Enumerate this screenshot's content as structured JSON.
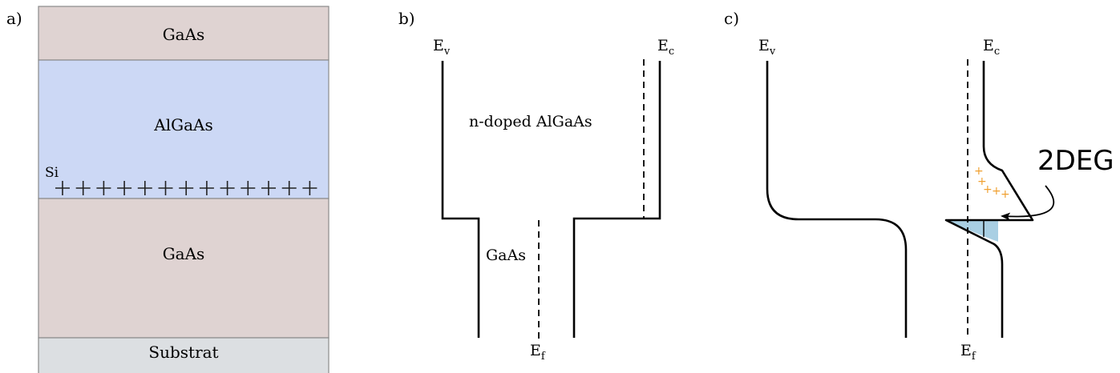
{
  "panel_a": {
    "label": "a)",
    "layers": {
      "top": "GaAs",
      "barrier": "AlGaAs",
      "channel": "GaAs",
      "substrate": "Substrat"
    },
    "dopant": "Si",
    "colors": {
      "gaas": "#dfd3d2",
      "algaas": "#ccd8f5",
      "substrate": "#dcdfe2"
    }
  },
  "panel_b": {
    "label": "b)",
    "ev_main": "E",
    "ev_sub": "v",
    "ec_main": "E",
    "ec_sub": "c",
    "ef_main": "E",
    "ef_sub": "f",
    "barrier_label": "n-doped AlGaAs",
    "well_label": "GaAs"
  },
  "panel_c": {
    "label": "c)",
    "ev_main": "E",
    "ev_sub": "v",
    "ec_main": "E",
    "ec_sub": "c",
    "ef_main": "E",
    "ef_sub": "f",
    "callout": "2DEG",
    "colors": {
      "electron_gas": "#a9cfe3",
      "donor_charge": "#f0a030"
    }
  }
}
